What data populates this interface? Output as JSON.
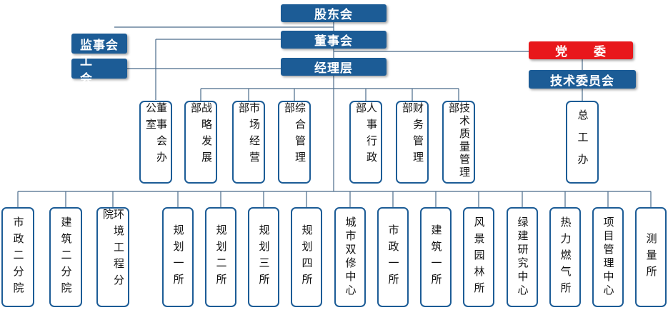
{
  "top": {
    "shareholders": "股东会",
    "board": "董事会",
    "management": "经理层"
  },
  "left_side": {
    "supervisors": "监事会",
    "union": "工 会"
  },
  "right_side": {
    "party": "党　　委",
    "tech_committee": "技术委员会",
    "chief_engineer_office": "总工办"
  },
  "departments": [
    "董事会办公室",
    "战略发展部",
    "市场经营部",
    "综合管理部",
    "人事行政部",
    "财务管理部",
    "技术质量管理部"
  ],
  "units": [
    "市政二分院",
    "建筑二分院",
    "环境工程分院",
    "规划一所",
    "规划二所",
    "规划三所",
    "规划四所",
    "城市双修中心",
    "市政一所",
    "建筑一所",
    "风景园林所",
    "绿建研究中心",
    "热力燃气所",
    "项目管理中心",
    "测量所"
  ],
  "colors": {
    "header_fill": "#1c5c96",
    "party_fill": "#e8171b",
    "box_border": "#1c5c96",
    "connector": "#4a6a8a"
  }
}
